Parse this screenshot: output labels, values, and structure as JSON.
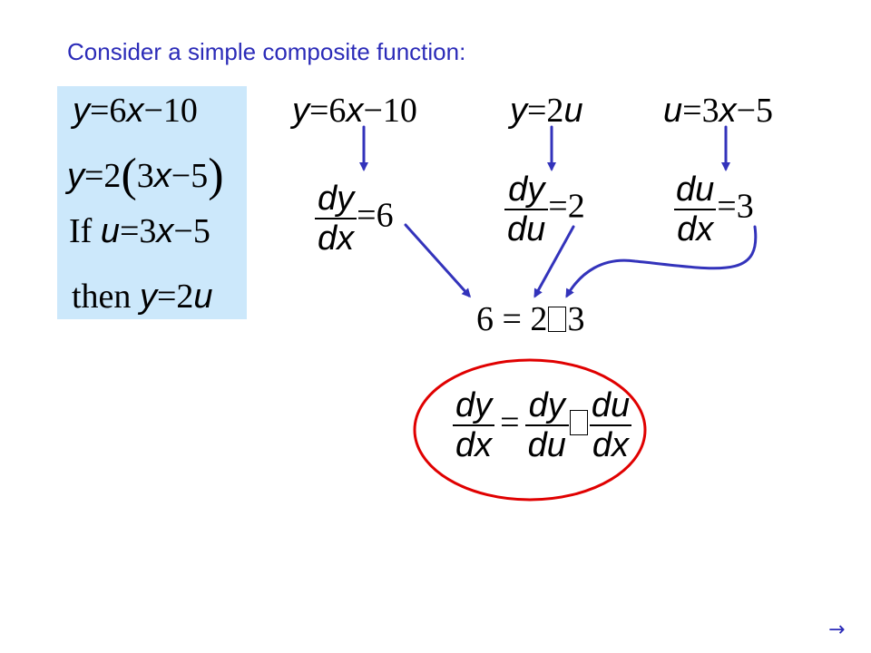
{
  "slide": {
    "title": "Consider a simple composite function:"
  },
  "panel": {
    "line1": {
      "lhs": "y",
      "eq": "=6",
      "var": "x",
      "rest": "−10"
    },
    "line2": {
      "lhs": "y",
      "eq": "=2",
      "open": "(",
      "inner_coef": "3",
      "var": "x",
      "inner_rest": "−5",
      "close": ")"
    },
    "line3": {
      "prefix": "If ",
      "var": "u",
      "eq": "=3",
      "var2": "x",
      "rest": "−5"
    },
    "line4": {
      "prefix": "then ",
      "var": "y",
      "eq": "=2",
      "var2": "u"
    }
  },
  "columns": [
    {
      "top": {
        "lhs": "y",
        "eq": "=6",
        "var": "x",
        "rest": "−10"
      },
      "deriv": {
        "num": "dy",
        "den": "dx",
        "value": "=6"
      }
    },
    {
      "top": {
        "lhs": "y",
        "eq": "=2",
        "var": "u"
      },
      "deriv": {
        "num": "dy",
        "den": "du",
        "value": "=2"
      }
    },
    {
      "top": {
        "lhs": "u",
        "eq": "=3",
        "var": "x",
        "rest": "−5"
      },
      "deriv": {
        "num": "du",
        "den": "dx",
        "value": "=3"
      }
    }
  ],
  "product": {
    "left": "6 = 2",
    "right": "3"
  },
  "chain_rule": {
    "lhs_num": "dy",
    "lhs_den": "dx",
    "eq": "=",
    "f1_num": "dy",
    "f1_den": "du",
    "f2_num": "du",
    "f2_den": "dx"
  },
  "nav": {
    "next_symbol": "→"
  },
  "colors": {
    "title": "#2b2bb8",
    "panel_bg": "#cce8fb",
    "arrow": "#3333bb",
    "ellipse": "#e00000"
  }
}
